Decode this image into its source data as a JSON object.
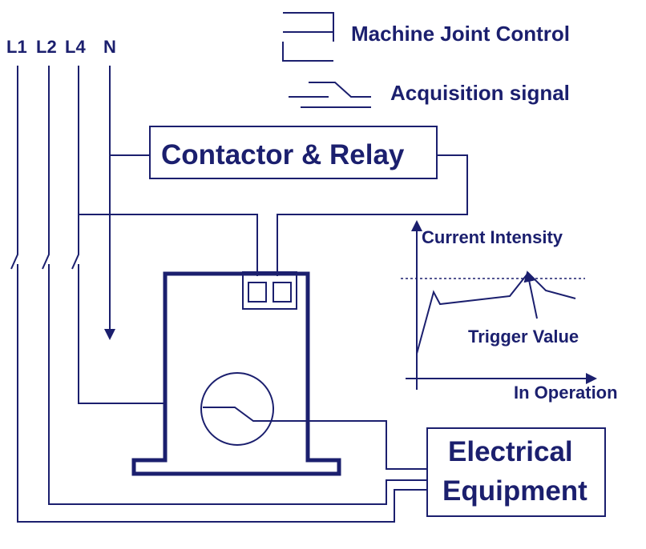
{
  "colors": {
    "ink": "#1b1f6e",
    "background": "#ffffff"
  },
  "lines": {
    "l1": "L1",
    "l2": "L2",
    "l4": "L4",
    "n": "N"
  },
  "legend": {
    "machine_joint_control": "Machine Joint Control",
    "acquisition_signal": "Acquisition signal"
  },
  "contactor_label": "Contactor & Relay",
  "equipment": {
    "line1": "Electrical",
    "line2": "Equipment"
  },
  "graph": {
    "y_label": "Current Intensity",
    "x_label": "In Operation",
    "trigger_label": "Trigger Value"
  }
}
